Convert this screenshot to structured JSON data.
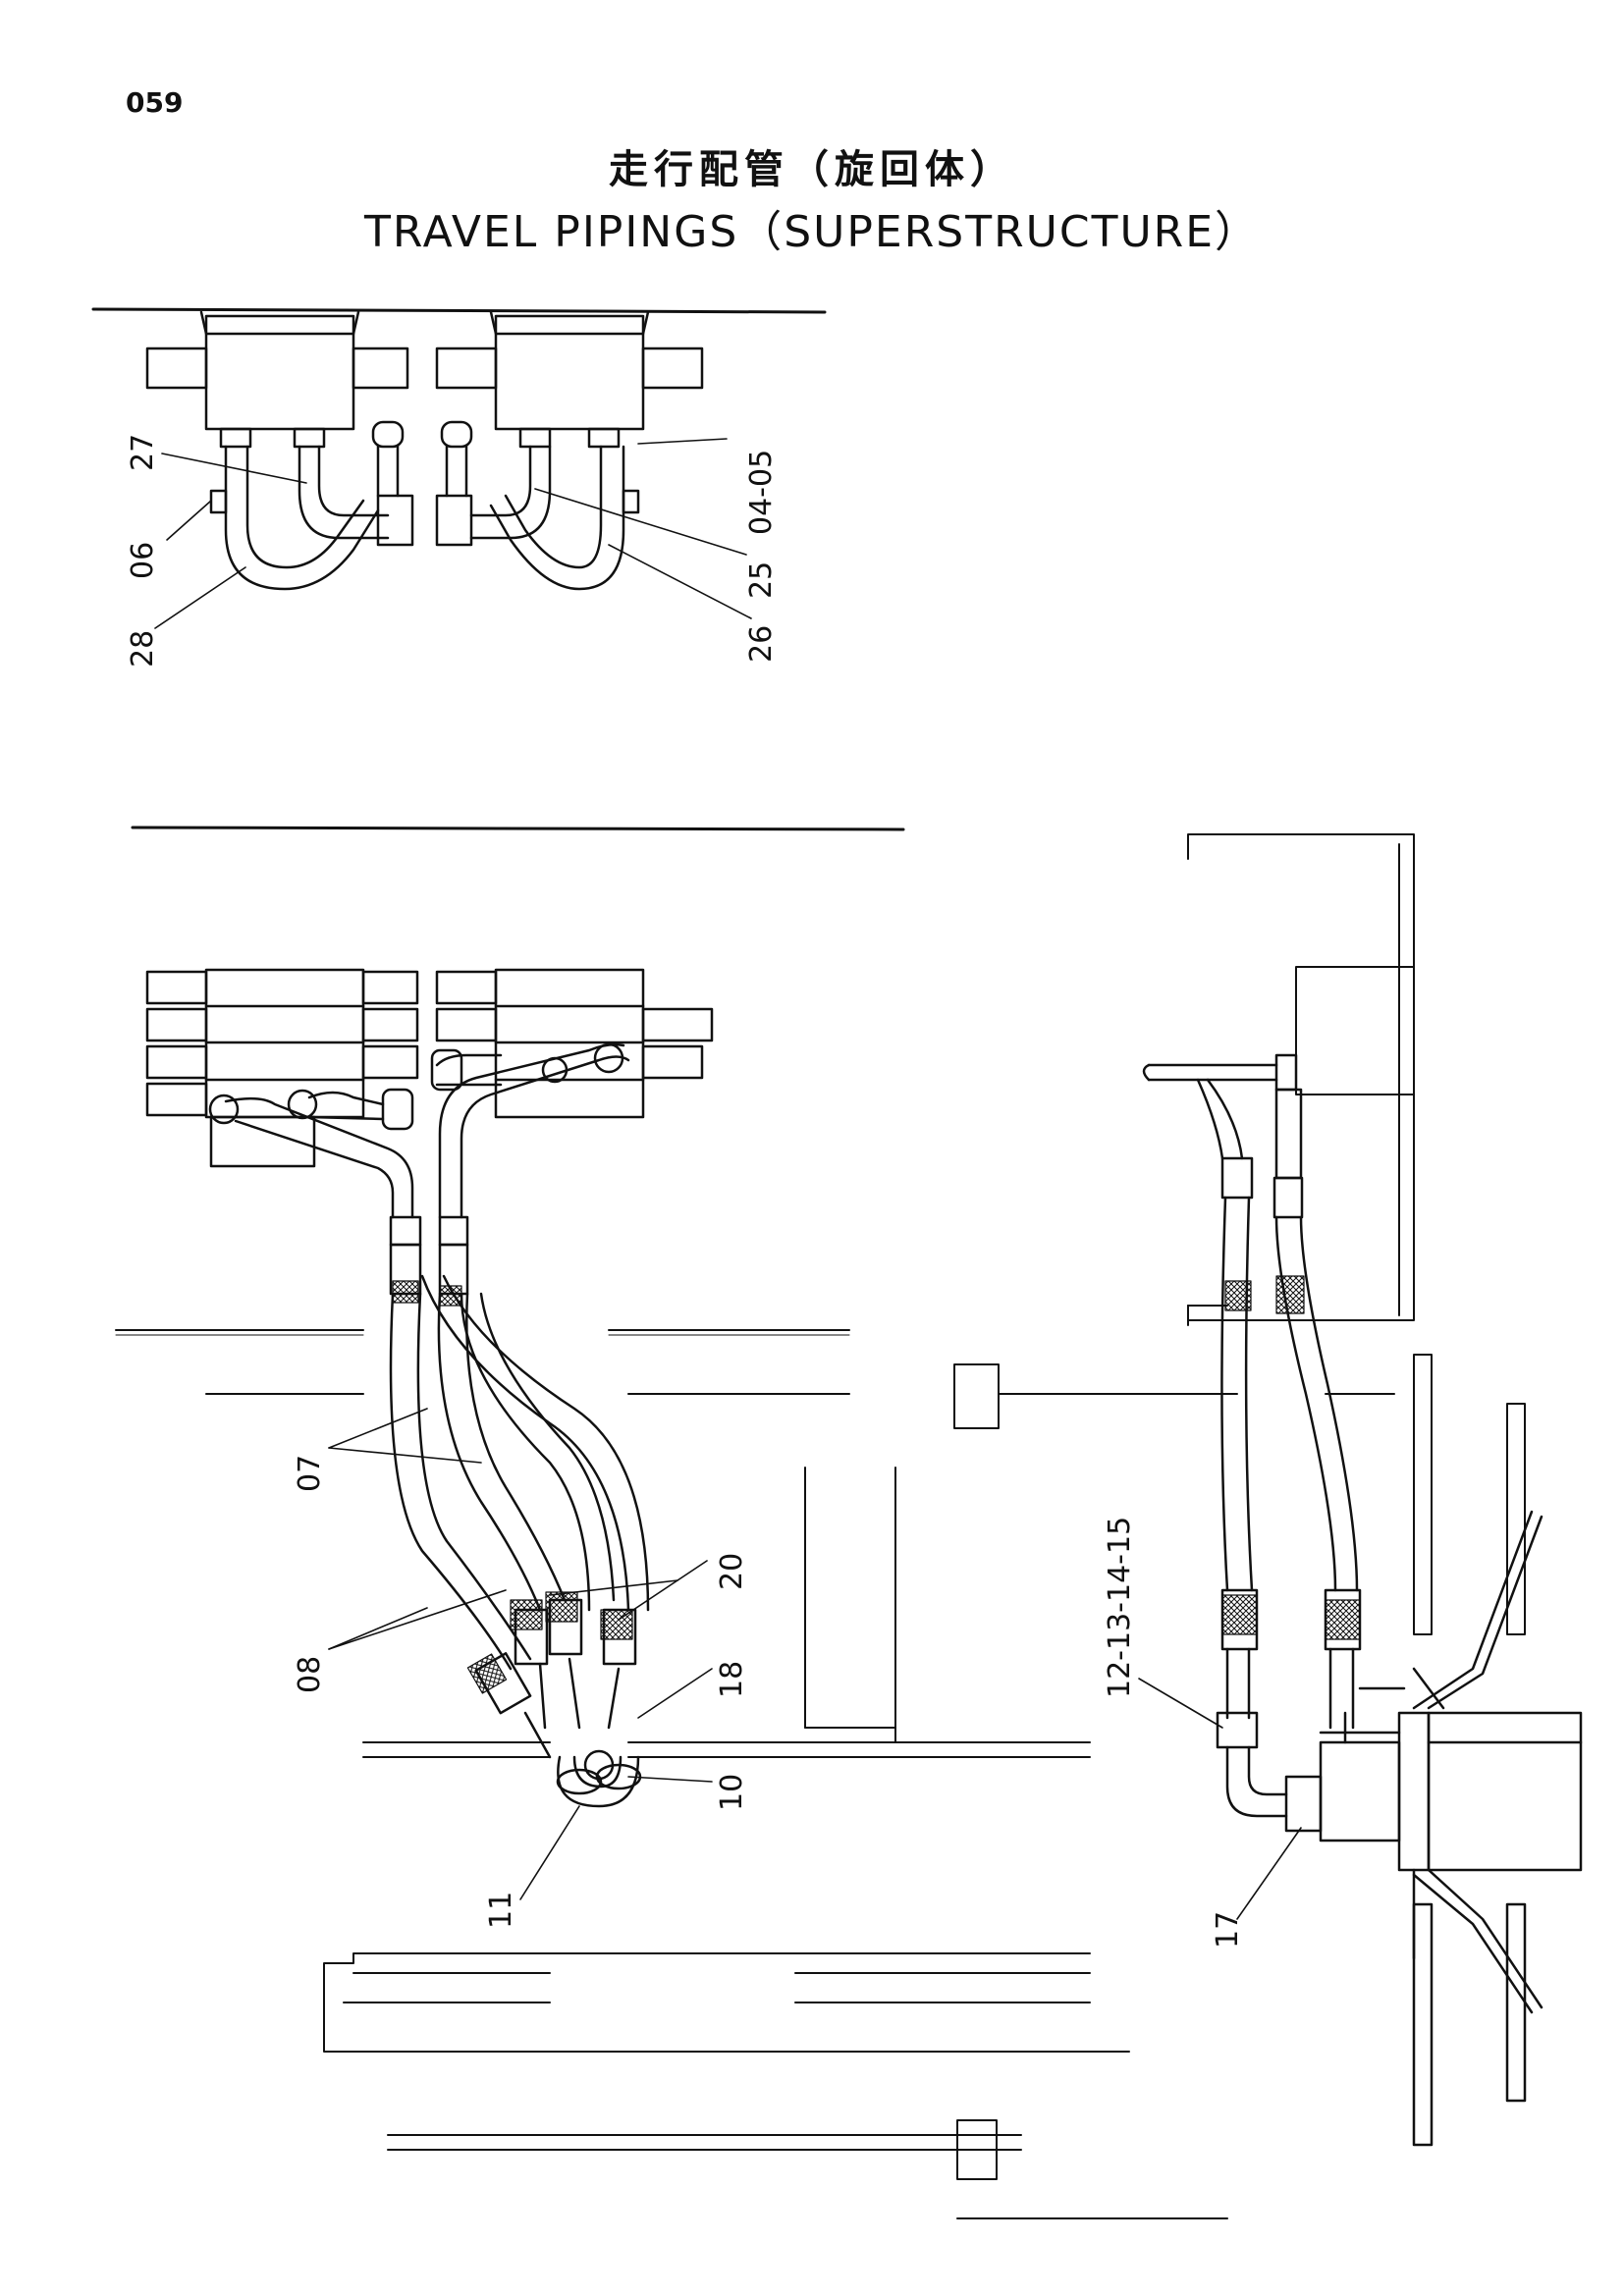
{
  "page": {
    "number": "059",
    "title_jp": "走行配管（旋回体）",
    "title_en": "TRAVEL PIPINGS（SUPERSTRUCTURE）"
  },
  "callouts": {
    "c27": "27",
    "c06": "06",
    "c28": "28",
    "c0405": "04-05",
    "c25": "25",
    "c26": "26",
    "c07": "07",
    "c08": "08",
    "c20": "20",
    "c18": "18",
    "c10": "10",
    "c11": "11",
    "c12131415": "12-13-14-15",
    "c17": "17"
  },
  "colors": {
    "ink": "#111111",
    "paper": "#ffffff"
  }
}
